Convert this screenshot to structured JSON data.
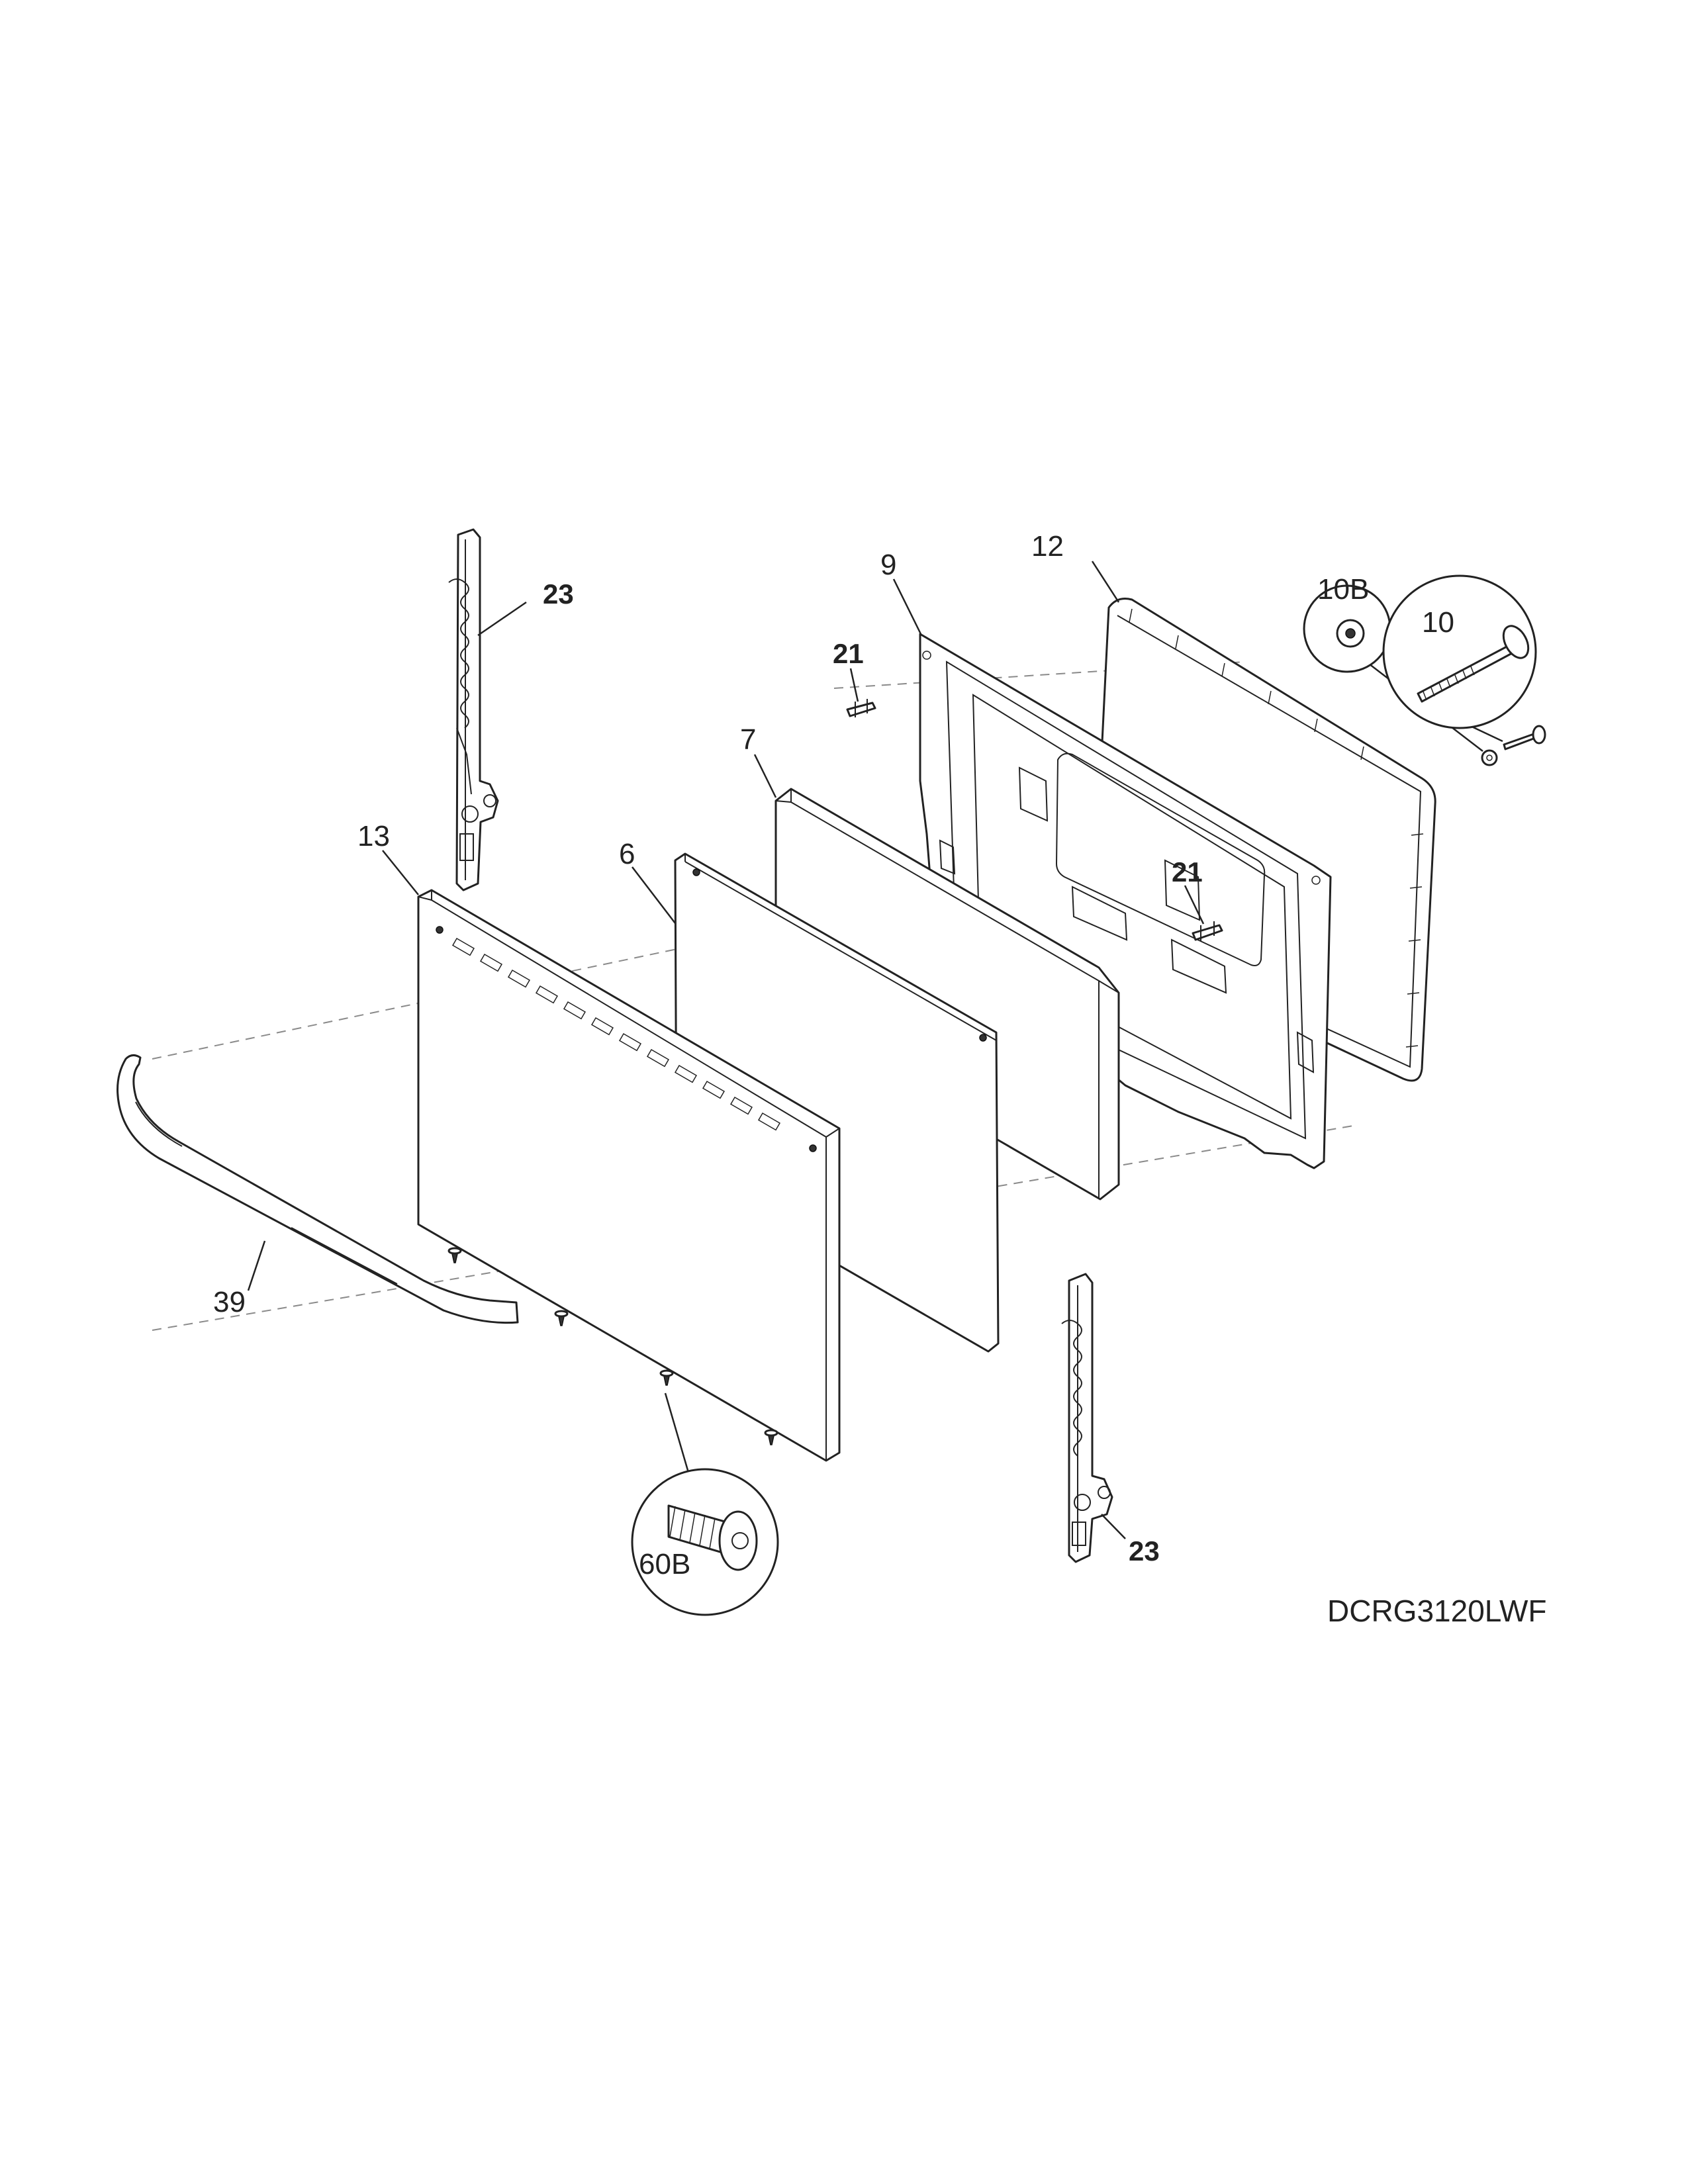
{
  "callouts": {
    "p23_top": "23",
    "p12": "12",
    "p9": "9",
    "p21_top": "21",
    "p10B": "10B",
    "p10": "10",
    "p7": "7",
    "p13": "13",
    "p6": "6",
    "p21_mid": "21",
    "p39": "39",
    "p60B": "60B",
    "p23_bottom": "23"
  },
  "model_number": "DCRG3120LWF"
}
